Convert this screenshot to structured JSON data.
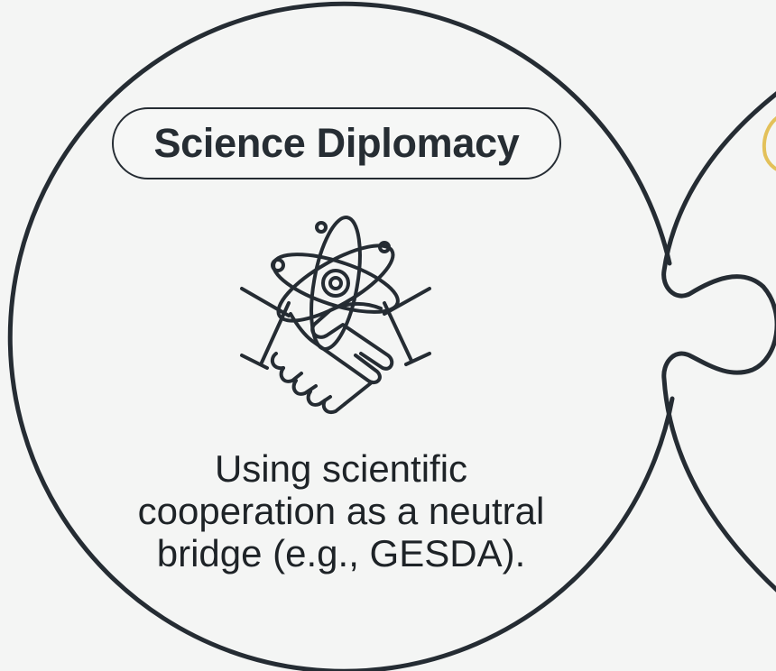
{
  "card": {
    "title": "Science Diplomacy",
    "icon": "atom-handshake-icon",
    "description_lines": [
      "Using scientific",
      "cooperation as a neutral",
      "bridge (e.g., GESDA)."
    ]
  },
  "colors": {
    "background": "#f4f5f4",
    "outline": "#252c33",
    "text": "#1e2327",
    "next_card_accent": "#e3c15a"
  }
}
